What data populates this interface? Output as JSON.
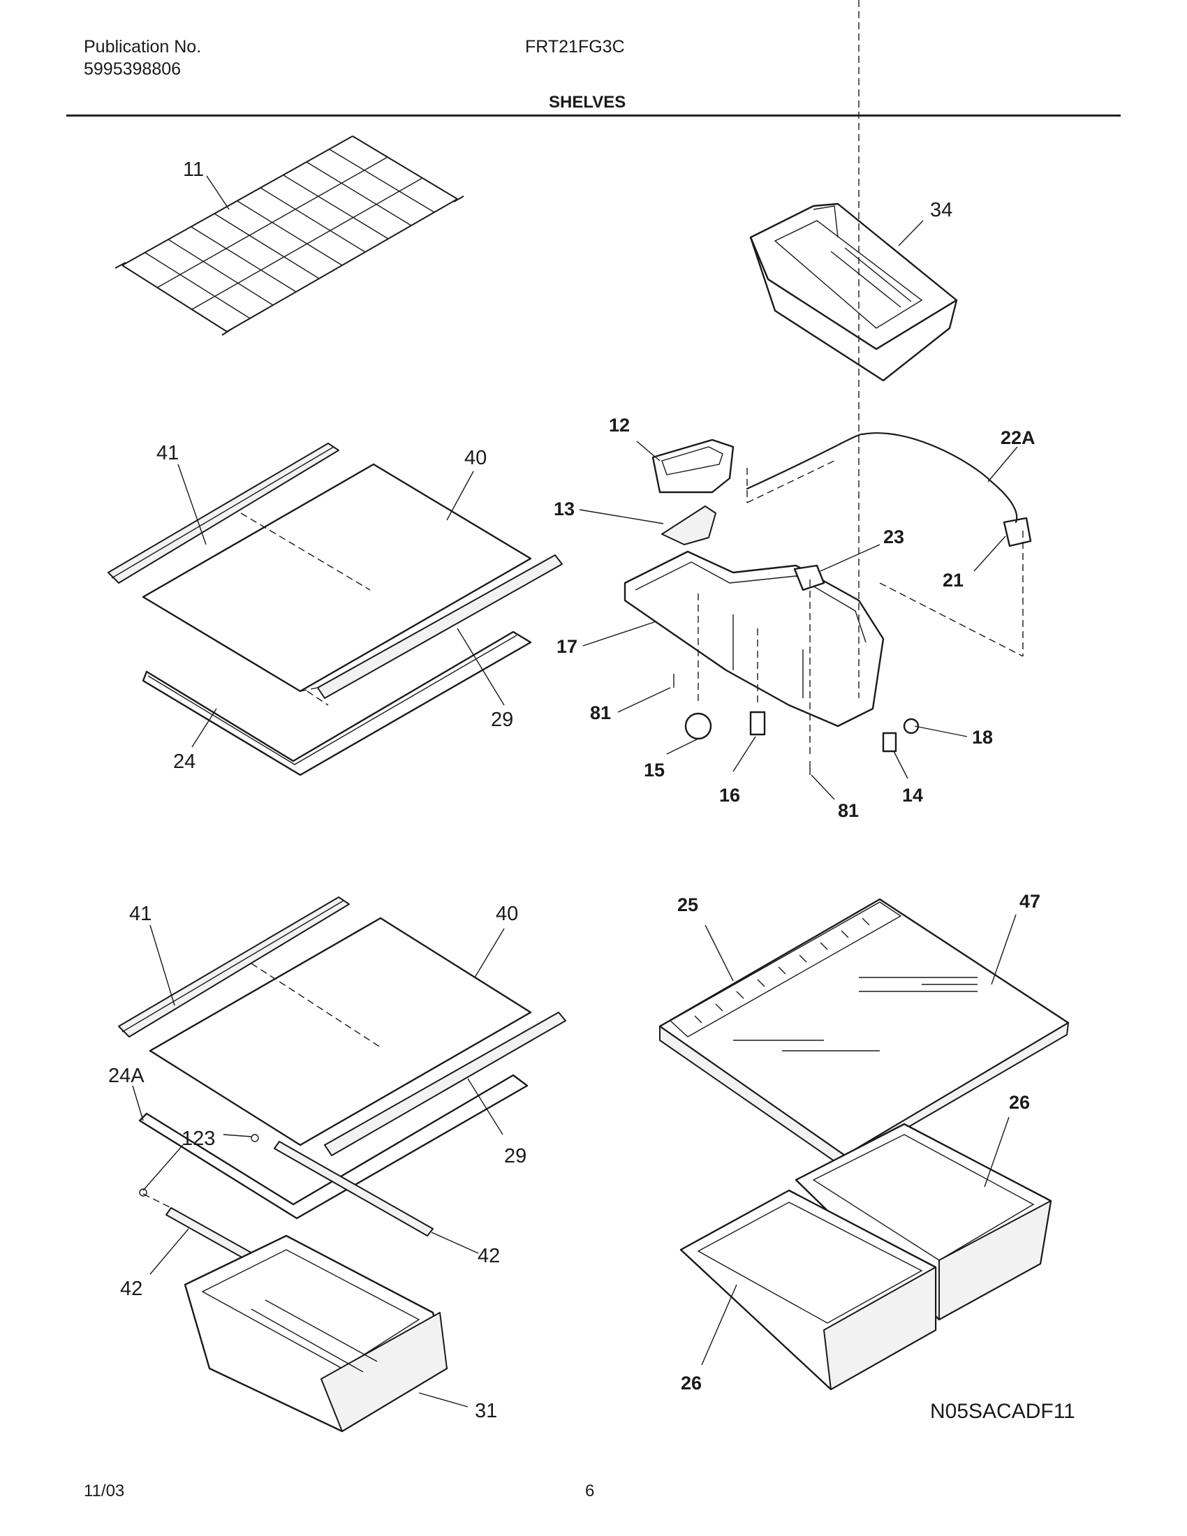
{
  "header": {
    "publication_label": "Publication No.",
    "publication_number": "5995398806",
    "model": "FRT21FG3C",
    "section_title": "SHELVES"
  },
  "footer": {
    "date": "11/03",
    "page": "6",
    "drawing_id": "N05SACADF11"
  },
  "callouts": {
    "c11": "11",
    "c34": "34",
    "c41a": "41",
    "c40a": "40",
    "c29a": "29",
    "c24": "24",
    "c12": "12",
    "c22A": "22A",
    "c13": "13",
    "c23": "23",
    "c21": "21",
    "c17": "17",
    "c81a": "81",
    "c18": "18",
    "c15": "15",
    "c16": "16",
    "c81b": "81",
    "c14": "14",
    "c41b": "41",
    "c40b": "40",
    "c24A": "24A",
    "c123": "123",
    "c29b": "29",
    "c42a": "42",
    "c42b": "42",
    "c31": "31",
    "c25": "25",
    "c47": "47",
    "c26a": "26",
    "c26b": "26"
  }
}
